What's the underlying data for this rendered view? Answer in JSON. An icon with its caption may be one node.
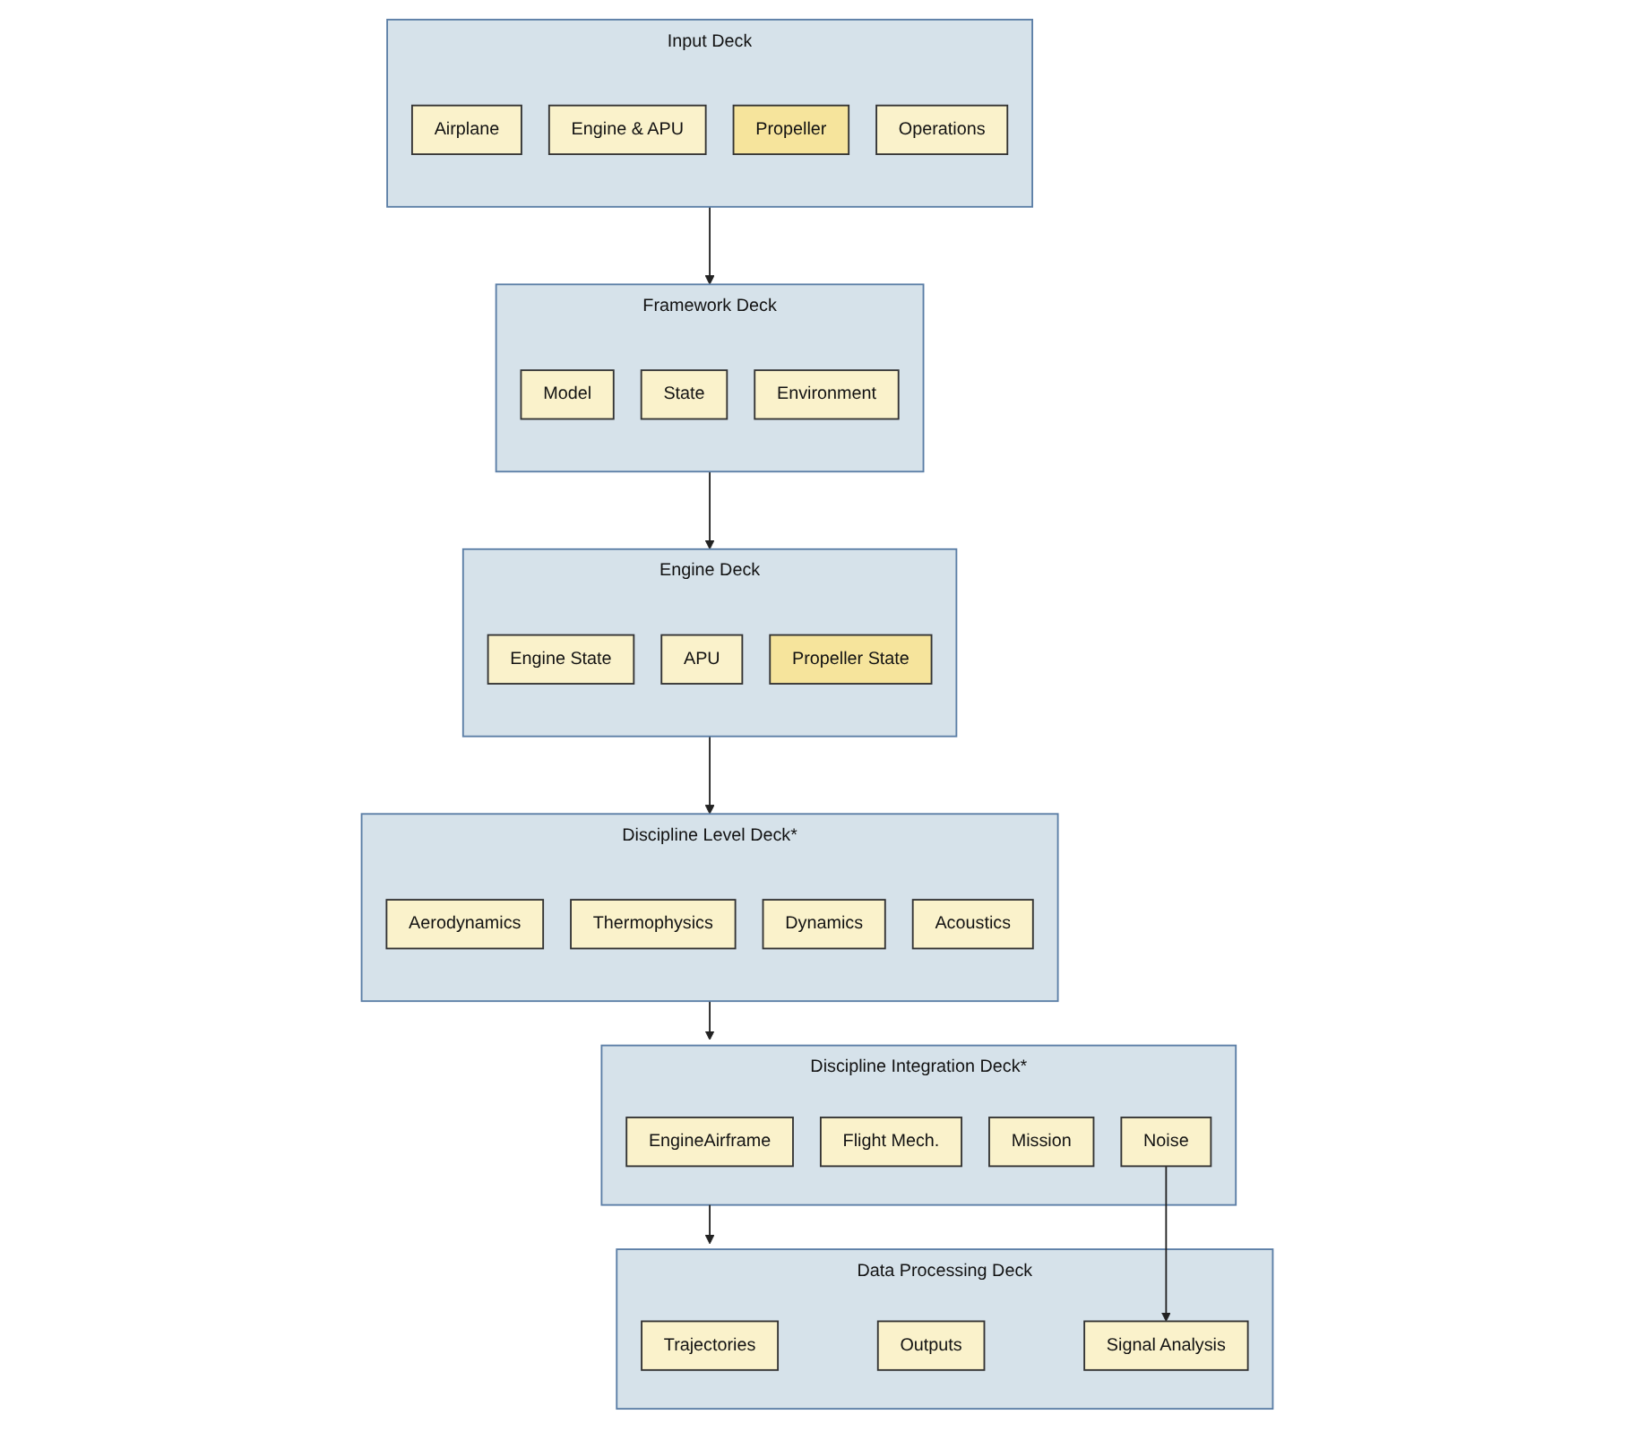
{
  "diagram": {
    "nodes": [
      {
        "text": [
          "Input Deck"
        ]
      },
      {
        "text": [
          "Airplane"
        ],
        "in": 0
      },
      {
        "text": [
          "Engine & APU"
        ],
        "in": 0
      },
      {
        "text": [
          "Propeller"
        ],
        "in": 0
      },
      {
        "text": [
          "Operations"
        ],
        "in": 0
      },
      {
        "text": [
          "Framework Deck"
        ]
      },
      {
        "text": [
          "Model"
        ],
        "in": 5
      },
      {
        "text": [
          "State"
        ],
        "in": 5
      },
      {
        "text": [
          "Environment"
        ],
        "in": 5
      },
      {
        "text": [
          "Engine Deck"
        ]
      },
      {
        "text": [
          "Engine State"
        ],
        "in": 9
      },
      {
        "text": [
          "APU"
        ],
        "in": 9
      },
      {
        "text": [
          "Propeller State"
        ],
        "in": 9
      },
      {
        "text": [
          "Discipline Level Deck*"
        ]
      },
      {
        "text": [
          "Aerodynamics"
        ],
        "in": 13
      },
      {
        "text": [
          "Thermophysics"
        ],
        "in": 13
      },
      {
        "text": [
          "Dynamics"
        ],
        "in": 13
      },
      {
        "text": [
          "Acoustics"
        ],
        "in": 13
      },
      {
        "text": [
          "Discipline Integration Deck*"
        ]
      },
      {
        "text": [
          "EngineAirframe"
        ],
        "in": 18
      },
      {
        "text": [
          "Flight Mech."
        ],
        "in": 18
      },
      {
        "text": [
          "Mission"
        ],
        "in": 18
      },
      {
        "text": [
          "Noise"
        ],
        "in": 18
      },
      {
        "text": [
          "Data Processing Deck"
        ]
      },
      {
        "text": [
          "Trajectories"
        ],
        "in": 23
      },
      {
        "text": [
          "Outputs"
        ],
        "in": 23
      },
      {
        "text": [
          "Signal Analysis"
        ],
        "in": 23
      }
    ],
    "edges": [
      {
        "from": 0,
        "to": 5,
        "arrow": "to"
      },
      {
        "from": 5,
        "to": 9,
        "arrow": "to"
      },
      {
        "from": 9,
        "to": 13,
        "arrow": "to"
      },
      {
        "from": 13,
        "to": 18,
        "arrow": "to"
      },
      {
        "from": 18,
        "to": 23,
        "arrow": "to"
      },
      {
        "from": 22,
        "to": 26,
        "arrow": "to"
      }
    ]
  }
}
